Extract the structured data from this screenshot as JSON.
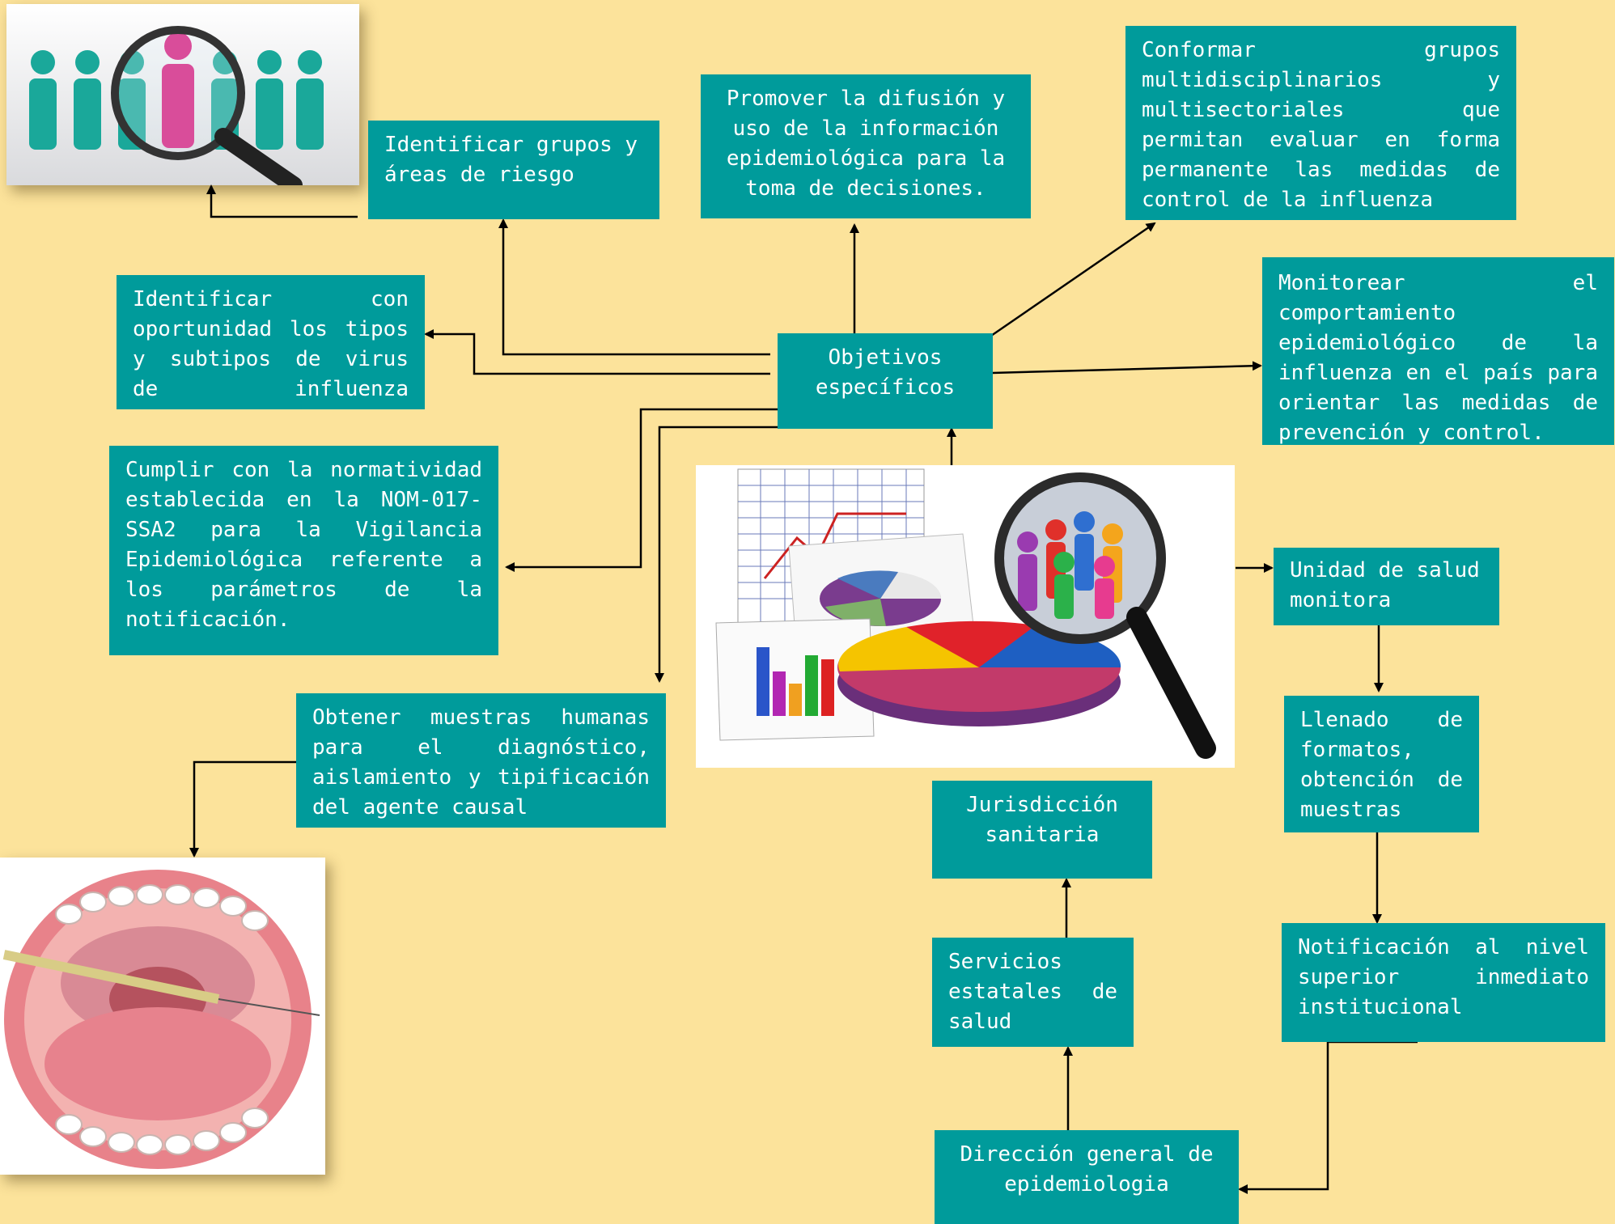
{
  "diagram": {
    "center": "Objetivos específicos",
    "objectives": [
      "Identificar grupos y áreas de riesgo",
      "Promover la difusión y uso de la información epidemiológica para la toma de decisiones.",
      "Conformar grupos multidisciplinarios y multisectoriales que permitan evaluar en forma permanente las medidas de control de la influenza",
      "Monitorear el comportamiento epidemiológico de la influenza en el país para orientar las medidas de prevención y control.",
      "Identificar con oportunidad los tipos y subtipos de virus de influenza circulantes",
      "Cumplir con la normatividad establecida en la NOM-017-SSA2 para la Vigilancia Epidemiológica referente a los parámetros de la notificación.",
      "Obtener muestras humanas para el diagnóstico, aislamiento y tipificación del agente causal"
    ],
    "flow": [
      "Unidad de salud monitora",
      "Llenado de formatos, obtención de muestras",
      "Notificación al nivel superior inmediato institucional",
      "Dirección general de epidemiologia",
      "Servicios estatales de salud",
      "Jurisdicción sanitaria"
    ]
  },
  "images": [
    "people-magnifier-icon",
    "charts-magnifier-icon",
    "mouth-swab-icon"
  ],
  "colors": {
    "background": "#fce39b",
    "box": "#009b9b",
    "text": "#ffffff",
    "line": "#000000"
  }
}
